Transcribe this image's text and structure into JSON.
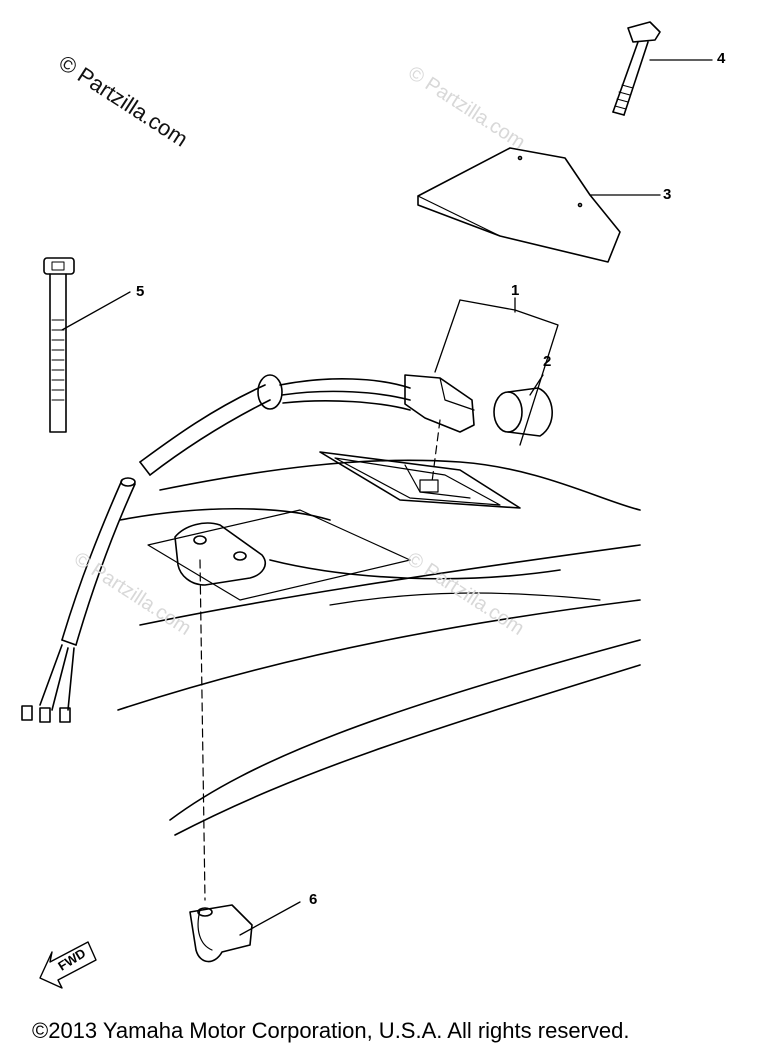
{
  "watermark": {
    "main": "© Partzilla.com",
    "faint": "© Partzilla.com"
  },
  "callouts": {
    "c1": "1",
    "c2": "2",
    "c3": "3",
    "c4": "4",
    "c5": "5",
    "c6": "6"
  },
  "fwd_label": "FWD",
  "copyright": "©2013  Yamaha Motor Corporation, U.S.A. All rights reserved."
}
